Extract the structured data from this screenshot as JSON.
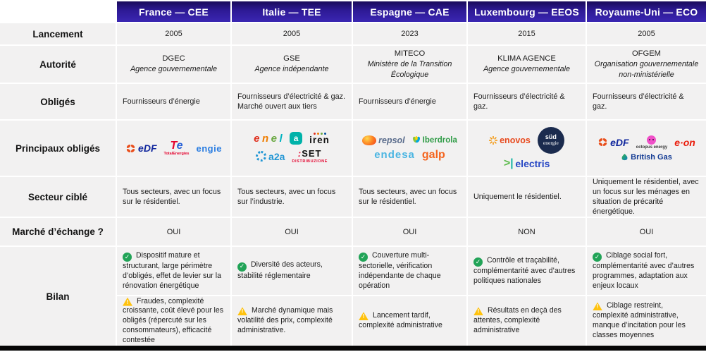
{
  "table": {
    "columns": [
      "France — CEE",
      "Italie — TEE",
      "Espagne — CAE",
      "Luxembourg — EEOS",
      "Royaume-Uni — ECO"
    ],
    "row_labels": {
      "lancement": "Lancement",
      "autorite": "Autorité",
      "obliges": "Obligés",
      "principaux": "Principaux obligés",
      "secteur": "Secteur ciblé",
      "marche": "Marché d’échange ?",
      "bilan": "Bilan"
    },
    "lancement": [
      "2005",
      "2005",
      "2023",
      "2015",
      "2005"
    ],
    "autorite": [
      {
        "name": "DGEC",
        "desc": "Agence gouvernementale"
      },
      {
        "name": "GSE",
        "desc": "Agence indépendante"
      },
      {
        "name": "MITECO",
        "desc": "Ministère de la Transition Écologique"
      },
      {
        "name": "KLIMA AGENCE",
        "desc": "Agence gouvernementale"
      },
      {
        "name": "OFGEM",
        "desc": "Organisation gouvernementale non-ministérielle"
      }
    ],
    "obliges": [
      "Fournisseurs d’énergie",
      "Fournisseurs d’électricité & gaz. Marché ouvert aux tiers",
      "Fournisseurs d’énergie",
      "Fournisseurs d’électricité & gaz.",
      "Fournisseurs d’électricité & gaz."
    ],
    "secteur": [
      "Tous secteurs, avec un focus sur le résidentiel.",
      "Tous secteurs, avec un focus sur l’industrie.",
      "Tous secteurs, avec un focus sur le résidentiel.",
      "Uniquement le résidentiel.",
      "Uniquement le résidentiel, avec un focus sur les ménages en situation de précarité énergétique."
    ],
    "marche": [
      "OUI",
      "OUI",
      "OUI",
      "NON",
      "OUI"
    ],
    "bilan": [
      {
        "pro": "Dispositif mature et structurant, large périmètre d’obligés, effet de levier sur la rénovation énergétique",
        "con": "Fraudes, complexité croissante, coût élevé pour les obligés (répercuté sur les consommateurs), efficacité contestée"
      },
      {
        "pro": "Diversité des acteurs, stabilité réglementaire",
        "con": "Marché dynamique mais volatilité des prix, complexité administrative."
      },
      {
        "pro": "Couverture multi-sectorielle, vérification indépendante de chaque opération",
        "con": "Lancement tardif, complexité administrative"
      },
      {
        "pro": "Contrôle et traçabilité, complémentarité avec d’autres politiques nationales",
        "con": "Résultats en deçà des attentes, complexité administrative"
      },
      {
        "pro": "Ciblage social fort, complémentarité avec d’autres programmes, adaptation aux enjeux locaux",
        "con": "Ciblage restreint, complexité administrative, manque d’incitation pour les classes moyennes"
      }
    ]
  },
  "logos": {
    "france": {
      "edf": "eDF",
      "totalenergies_mark_t": "T",
      "totalenergies_mark_e": "e",
      "totalenergies": "TotalEnergies",
      "engie": "engie"
    },
    "italie": {
      "enel": [
        "e",
        "n",
        "e",
        "l"
      ],
      "acea": "a",
      "iren": "iren",
      "a2a": "a2a",
      "set_colon": ":",
      "set": "SET",
      "set_sub": "DISTRIBUZIONE"
    },
    "espagne": {
      "repsol": "repsol",
      "iberdrola": "Iberdrola",
      "endesa": "endesa",
      "galp": "galp"
    },
    "luxembourg": {
      "enovos": "enovos",
      "electris_gt": ">",
      "electris_pipe": "|",
      "electris": "electris",
      "sud_line1": "süd",
      "sud_line2": "energie"
    },
    "royaume_uni": {
      "edf": "eDF",
      "octopus": "octopus energy",
      "eon": "e·on",
      "britishgas": "British Gas"
    }
  },
  "icons": {
    "check": "✓",
    "warning": "!"
  },
  "colors": {
    "header": "#2e1a96",
    "cell": "#f2f1f1",
    "check": "#21a357",
    "warning": "#ffc20e",
    "footer": "#060606"
  }
}
